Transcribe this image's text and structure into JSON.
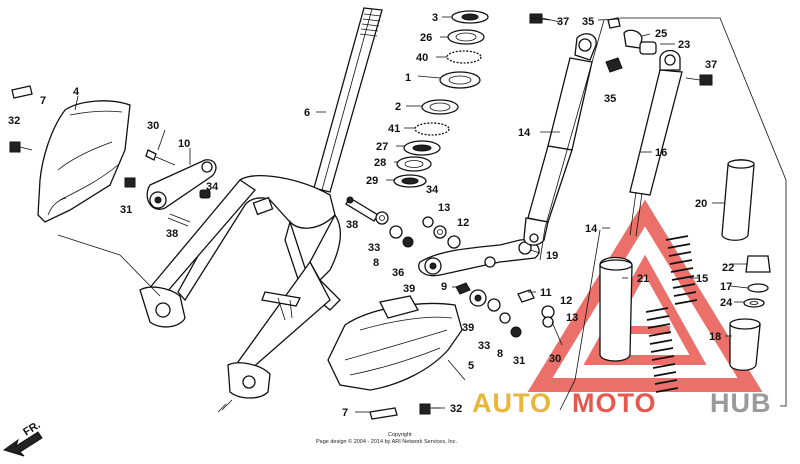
{
  "parts": [
    {
      "id": "label-3",
      "text": "3"
    },
    {
      "id": "label-26",
      "text": "26"
    },
    {
      "id": "label-40",
      "text": "40"
    },
    {
      "id": "label-1",
      "text": "1"
    },
    {
      "id": "label-2",
      "text": "2"
    },
    {
      "id": "label-41",
      "text": "41"
    },
    {
      "id": "label-27",
      "text": "27"
    },
    {
      "id": "label-28",
      "text": "28"
    },
    {
      "id": "label-29",
      "text": "29"
    },
    {
      "id": "label-34a",
      "text": "34"
    },
    {
      "id": "label-13a",
      "text": "13"
    },
    {
      "id": "label-12a",
      "text": "12"
    },
    {
      "id": "label-6",
      "text": "6"
    },
    {
      "id": "label-4",
      "text": "4"
    },
    {
      "id": "label-7a",
      "text": "7"
    },
    {
      "id": "label-32a",
      "text": "32"
    },
    {
      "id": "label-30a",
      "text": "30"
    },
    {
      "id": "label-10",
      "text": "10"
    },
    {
      "id": "label-34b",
      "text": "34"
    },
    {
      "id": "label-31a",
      "text": "31"
    },
    {
      "id": "label-38a",
      "text": "38"
    },
    {
      "id": "label-38b",
      "text": "38"
    },
    {
      "id": "label-33a",
      "text": "33"
    },
    {
      "id": "label-8a",
      "text": "8"
    },
    {
      "id": "label-36",
      "text": "36"
    },
    {
      "id": "label-39a",
      "text": "39"
    },
    {
      "id": "label-19",
      "text": "19"
    },
    {
      "id": "label-9",
      "text": "9"
    },
    {
      "id": "label-39b",
      "text": "39"
    },
    {
      "id": "label-33b",
      "text": "33"
    },
    {
      "id": "label-8b",
      "text": "8"
    },
    {
      "id": "label-31b",
      "text": "31"
    },
    {
      "id": "label-5",
      "text": "5"
    },
    {
      "id": "label-7b",
      "text": "7"
    },
    {
      "id": "label-32b",
      "text": "32"
    },
    {
      "id": "label-37a",
      "text": "37"
    },
    {
      "id": "label-35a",
      "text": "35"
    },
    {
      "id": "label-25",
      "text": "25"
    },
    {
      "id": "label-23",
      "text": "23"
    },
    {
      "id": "label-37b",
      "text": "37"
    },
    {
      "id": "label-35b",
      "text": "35"
    },
    {
      "id": "label-14a",
      "text": "14"
    },
    {
      "id": "label-16",
      "text": "16"
    },
    {
      "id": "label-14b",
      "text": "14"
    },
    {
      "id": "label-20",
      "text": "20"
    },
    {
      "id": "label-21",
      "text": "21"
    },
    {
      "id": "label-15",
      "text": "15"
    },
    {
      "id": "label-11",
      "text": "11"
    },
    {
      "id": "label-12b",
      "text": "12"
    },
    {
      "id": "label-13b",
      "text": "13"
    },
    {
      "id": "label-30b",
      "text": "30"
    },
    {
      "id": "label-22",
      "text": "22"
    },
    {
      "id": "label-17",
      "text": "17"
    },
    {
      "id": "label-24",
      "text": "24"
    },
    {
      "id": "label-18",
      "text": "18"
    }
  ],
  "direction": {
    "text": "FR."
  },
  "copyright": {
    "line1": "Copyright",
    "line2": "Page design © 2004 - 2014 by ARI Network Services, Inc."
  },
  "watermark": {
    "brand_a": "AUTO",
    "brand_b": "MOTO",
    "brand_c": "HUB",
    "colors": {
      "red": "#e8584f",
      "gold": "#e9b53a",
      "gray": "#9a9a9a"
    }
  }
}
